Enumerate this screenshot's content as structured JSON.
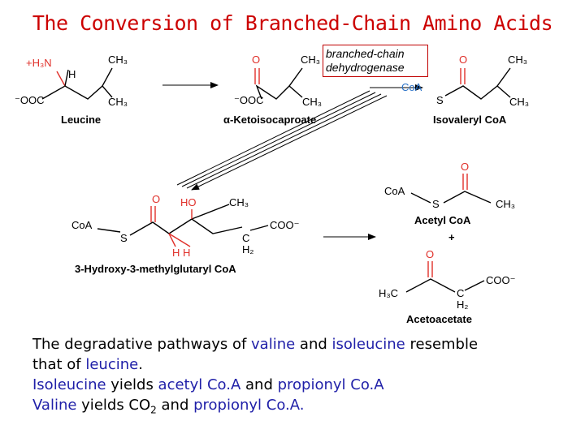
{
  "title": "The Conversion of Branched-Chain Amino Acids",
  "enzyme": {
    "line1": "branched-chain",
    "line2": "dehydrogenase"
  },
  "compounds": {
    "leucine": "Leucine",
    "ketoisocaproate": "α-Ketoisocaproate",
    "isovaleryl_coa": "Isovaleryl CoA",
    "hmg_coa": "3-Hydroxy-3-methylglutaryl CoA",
    "acetyl_coa": "Acetyl CoA",
    "acetoacetate": "Acetoacetate",
    "plus": "+"
  },
  "atoms": {
    "nh3": "+H₃N",
    "h": "H",
    "ch3": "CH₃",
    "ooc": "⁻OOC",
    "o": "O",
    "coa": "CoA",
    "s": "S",
    "ho": "HO",
    "coo": "COO⁻",
    "c": "C",
    "h2": "H₂",
    "h3c": "H₃C",
    "hh": "H  H"
  },
  "caption": {
    "l1_pre": "The degradative pathways of ",
    "l1_valine": "valine",
    "l1_and": " and ",
    "l1_isoleucine": "isoleucine",
    "l1_post": " resemble",
    "l2_pre": "that of ",
    "l2_leucine": "leucine",
    "l2_post": ".",
    "l3_isoleucine": "Isoleucine",
    "l3_mid": " yields ",
    "l3_acetyl": "acetyl Co.A",
    "l3_and": " and ",
    "l3_propionyl": "propionyl Co.A",
    "l4_valine": "Valine",
    "l4_mid": " yields CO",
    "l4_sub": "2",
    "l4_and": " and ",
    "l4_propionyl": "propionyl Co.A."
  }
}
